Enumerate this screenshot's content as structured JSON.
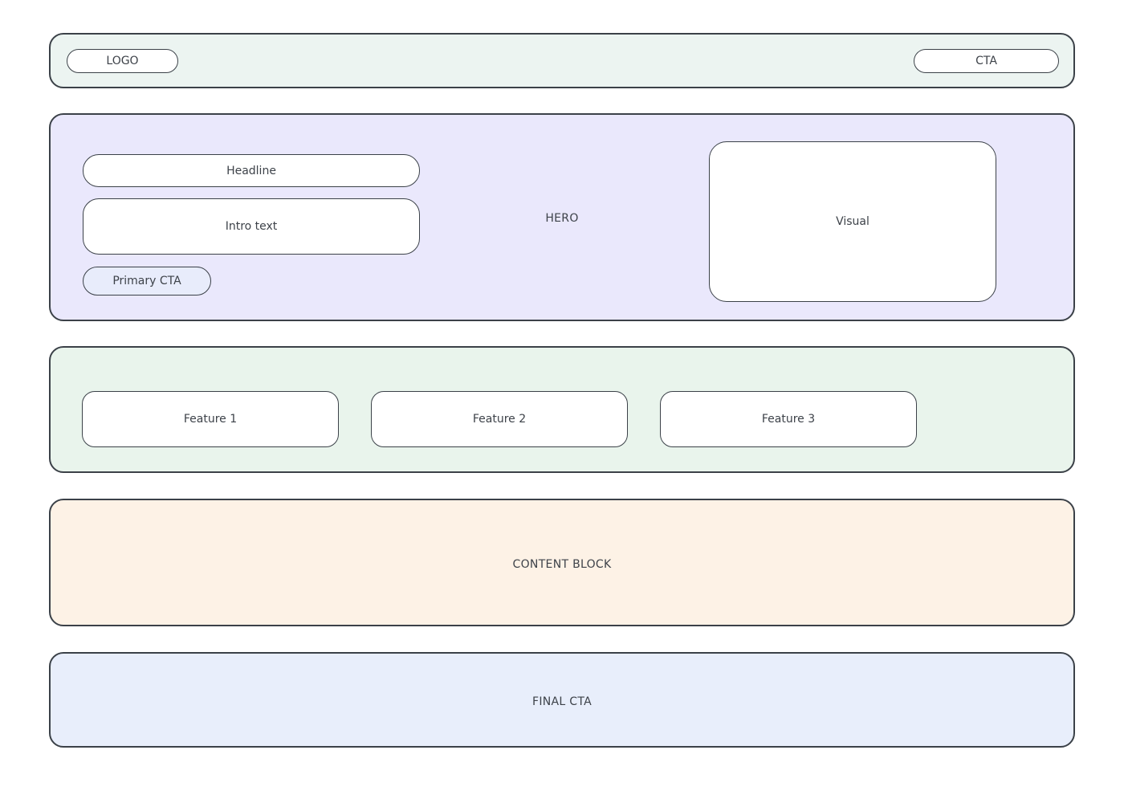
{
  "page": {
    "background": "#ffffff",
    "border_color": "#3b4148",
    "text_color": "#3d4249"
  },
  "header": {
    "background": "#ecf4f1",
    "logo_label": "LOGO",
    "cta_label": "CTA"
  },
  "hero": {
    "background": "#eae8fc",
    "label": "HERO",
    "headline_label": "Headline",
    "intro_label": "Intro text",
    "primary_cta_label": "Primary CTA",
    "primary_cta_background": "#e8ecfb",
    "visual_label": "Visual",
    "panel_background": "#ffffff"
  },
  "features": {
    "background": "#e9f4ec",
    "card_background": "#ffffff",
    "items": [
      {
        "label": "Feature 1"
      },
      {
        "label": "Feature 2"
      },
      {
        "label": "Feature 3"
      }
    ]
  },
  "content_block": {
    "background": "#fdf2e6",
    "label": "CONTENT BLOCK"
  },
  "final_cta": {
    "background": "#e8eefb",
    "label": "FINAL CTA"
  }
}
